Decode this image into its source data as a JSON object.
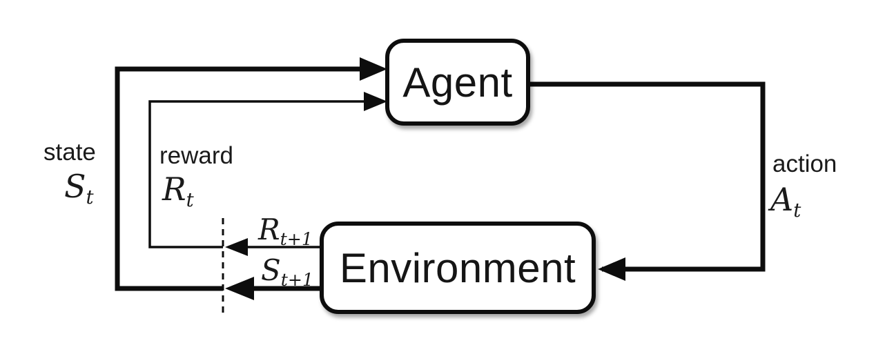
{
  "nodes": {
    "agent": {
      "label": "Agent"
    },
    "environment": {
      "label": "Environment"
    }
  },
  "labels": {
    "state": {
      "word": "state",
      "symbol": "S",
      "sub": "t"
    },
    "reward": {
      "word": "reward",
      "symbol": "R",
      "sub": "t"
    },
    "action": {
      "word": "action",
      "symbol": "A",
      "sub": "t"
    },
    "next_reward": {
      "symbol": "R",
      "sub": "t+1"
    },
    "next_state": {
      "symbol": "S",
      "sub": "t+1"
    }
  },
  "colors": {
    "ink": "#0d0d0d",
    "background": "#ffffff"
  }
}
